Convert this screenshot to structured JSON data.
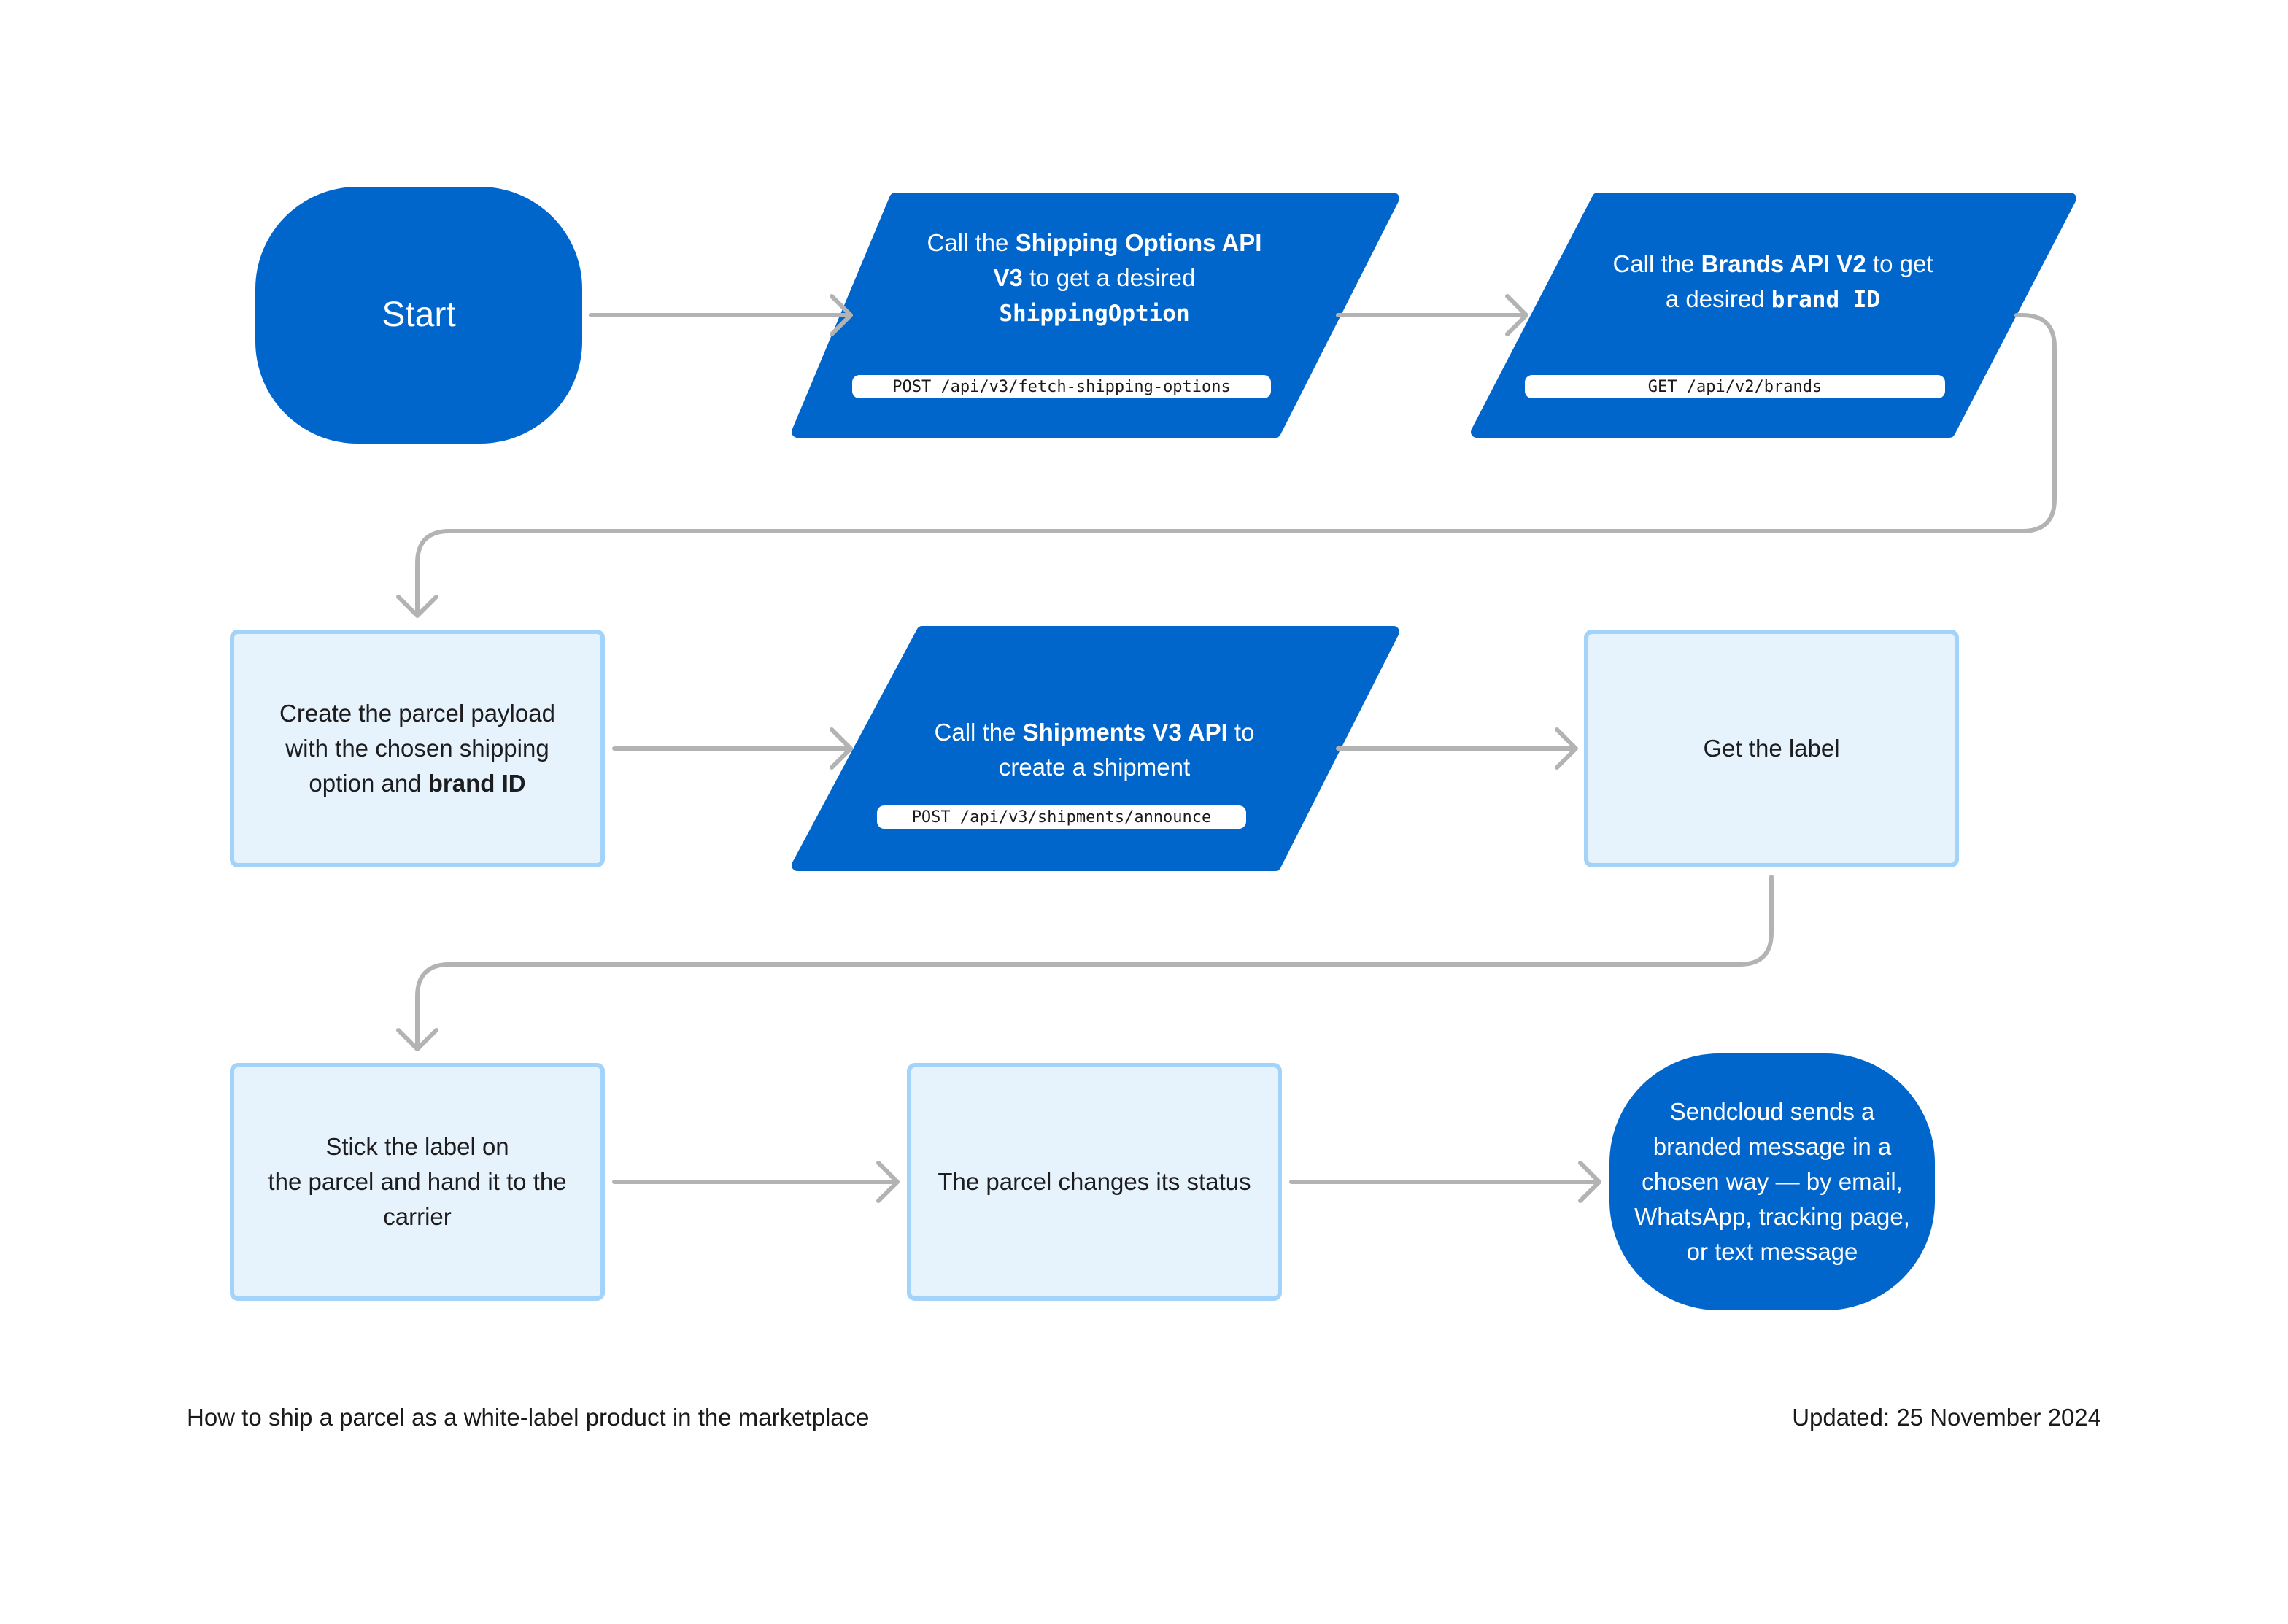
{
  "nodes": {
    "start": {
      "label": "Start"
    },
    "shipping_options": {
      "pre": "Call the ",
      "bold": "Shipping Options API",
      "bold2": "V3",
      "mid": " to get a desired",
      "code": "ShippingOption",
      "endpoint": "POST /api/v3/fetch-shipping-options"
    },
    "brands": {
      "pre": "Call the ",
      "bold": "Brands API V2",
      "post": " to get",
      "line2_pre": "a desired ",
      "code": "brand ID",
      "endpoint": "GET /api/v2/brands"
    },
    "payload": {
      "line1": "Create the parcel payload",
      "line2": "with the chosen shipping",
      "line3_pre": "option and ",
      "line3_bold": "brand ID"
    },
    "shipments": {
      "pre": "Call the ",
      "bold": "Shipments V3 API",
      "post": " to",
      "line2": "create a shipment",
      "endpoint": "POST /api/v3/shipments/announce"
    },
    "get_label": {
      "label": "Get the label"
    },
    "stick_label": {
      "line1": "Stick the label on",
      "line2": "the parcel and hand it to the",
      "line3": "carrier"
    },
    "status": {
      "label": "The parcel changes its status"
    },
    "sendcloud": {
      "line1": "Sendcloud sends a",
      "line2": "branded message in a",
      "line3": "chosen way — by email,",
      "line4": "WhatsApp, tracking page,",
      "line5": "or text message"
    }
  },
  "footer": {
    "caption": "How to ship a parcel as a white-label product in the marketplace",
    "updated": "Updated: 25 November 2024"
  },
  "colors": {
    "primary_blue": "#0066CC",
    "light_box_fill": "#E6F3FC",
    "light_box_border": "#A3D3F8",
    "arrow_gray": "#B3B3B3"
  }
}
